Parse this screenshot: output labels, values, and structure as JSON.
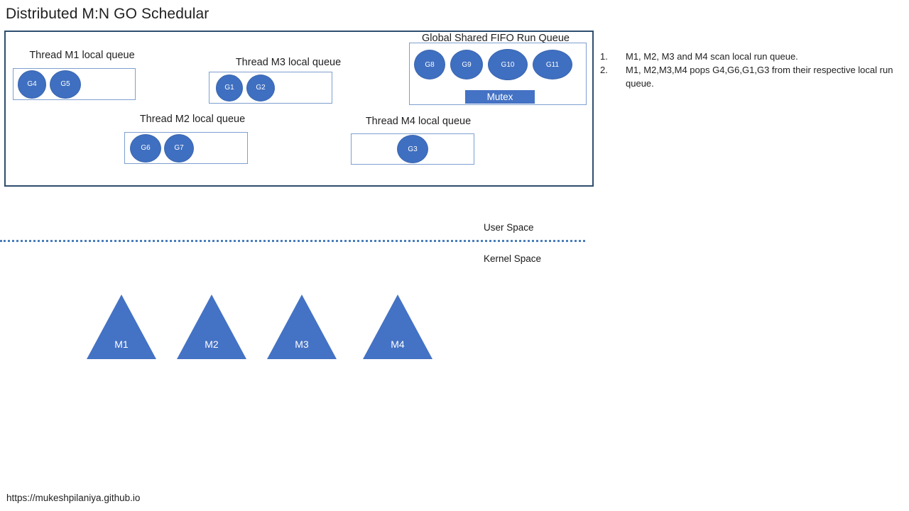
{
  "page": {
    "title": "Distributed M:N GO Schedular",
    "footer_url": "https://mukeshpilaniya.github.io"
  },
  "colors": {
    "goroutine_fill": "#3f6fc0",
    "thread_fill": "#4472C4",
    "panel_border": "#2F4E6F",
    "queue_border": "#7E9FD0",
    "divider": "#4A7EBB",
    "mutex_fill": "#4472C4"
  },
  "local_queues": [
    {
      "label": "Thread M1 local queue",
      "goroutines": [
        "G4",
        "G5"
      ]
    },
    {
      "label": "Thread M3 local queue",
      "goroutines": [
        "G1",
        "G2"
      ]
    },
    {
      "label": "Thread M2 local queue",
      "goroutines": [
        "G6",
        "G7"
      ]
    },
    {
      "label": "Thread M4 local queue",
      "goroutines": [
        "G3"
      ]
    }
  ],
  "global_queue": {
    "label": "Global Shared FIFO Run Queue",
    "goroutines": [
      "G8",
      "G9",
      "G10",
      "G11"
    ],
    "mutex_label": "Mutex"
  },
  "notes": [
    {
      "number": "1.",
      "text": "M1, M2, M3 and M4 scan local run queue."
    },
    {
      "number": "2.",
      "text": "M1, M2,M3,M4 pops G4,G6,G1,G3 from their respective local run queue."
    }
  ],
  "spaces": {
    "user": "User Space",
    "kernel": "Kernel Space"
  },
  "kernel_threads": [
    {
      "label": "M1"
    },
    {
      "label": "M2"
    },
    {
      "label": "M3"
    },
    {
      "label": "M4"
    }
  ]
}
